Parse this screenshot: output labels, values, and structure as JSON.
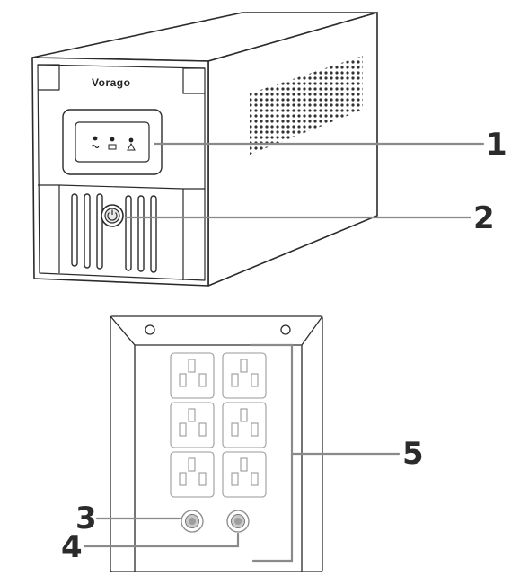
{
  "product": {
    "brand_logo": "Vorago",
    "front_indicators": [
      "ac-power-icon",
      "battery-icon",
      "warning-icon"
    ],
    "power_button_icon": "power-icon"
  },
  "callouts": [
    {
      "number": "1",
      "target": "led-indicator-panel"
    },
    {
      "number": "2",
      "target": "power-button"
    },
    {
      "number": "3",
      "target": "breaker-left"
    },
    {
      "number": "4",
      "target": "breaker-right"
    },
    {
      "number": "5",
      "target": "outlet-group"
    }
  ],
  "rear_panel": {
    "outlet_count": 6,
    "outlet_rows": 3,
    "outlet_columns": 2,
    "breaker_count": 2
  },
  "colors": {
    "line": "#2b2b2b",
    "callout_line": "#8a8a8a",
    "outlet_stroke": "#9a9a9a",
    "body": "#ffffff"
  }
}
